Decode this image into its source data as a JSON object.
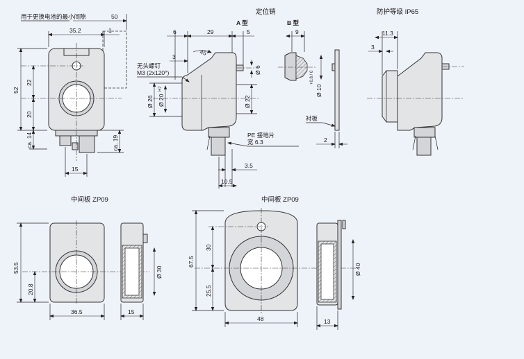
{
  "labels": {
    "min_gap_note": "用于更换电池的最小间隙",
    "locating_pin": "定位销",
    "type_a": "A 型",
    "type_b": "B 型",
    "protection_class": "防护等级 IP65",
    "grub_screw": "无头螺钉",
    "grub_screw_spec": "M3 (2x120°)",
    "liner": "衬板",
    "pe_tab": "PE 接地片",
    "pe_tab_width": "宽 6.3",
    "intermediate_plate_1": "中间板 ZP09",
    "intermediate_plate_2": "中间板 ZP09"
  },
  "dims": {
    "d50": "50",
    "d35_2": "35.2",
    "d1": "1",
    "d52": "52",
    "d22": "22",
    "d20": "20",
    "dca14": "ca. 14",
    "dca19": "ca. 19",
    "d15": "15",
    "d6a": "6",
    "d29": "29",
    "d5": "5",
    "d3": "3",
    "d45": "45°",
    "d6dia": "Ø 6",
    "d26": "Ø 26",
    "d20h7": "Ø 20",
    "h7": "H7",
    "d22dia": "Ø 22",
    "d3_5": "3.5",
    "d10_5": "10.5",
    "d9": "9",
    "d10tol": "Ø 10",
    "tol": "+0.8 / 0",
    "d2": "2",
    "d11_3": "11.3",
    "d3b": "3",
    "d53_5": "53.5",
    "d20_8": "20.8",
    "d36_5": "36.5",
    "d15b": "15",
    "d30dia": "Ø 30",
    "d67_5": "67.5",
    "d30": "30",
    "d25_5": "25.5",
    "d48": "48",
    "d13": "13",
    "d40dia": "Ø 40"
  }
}
